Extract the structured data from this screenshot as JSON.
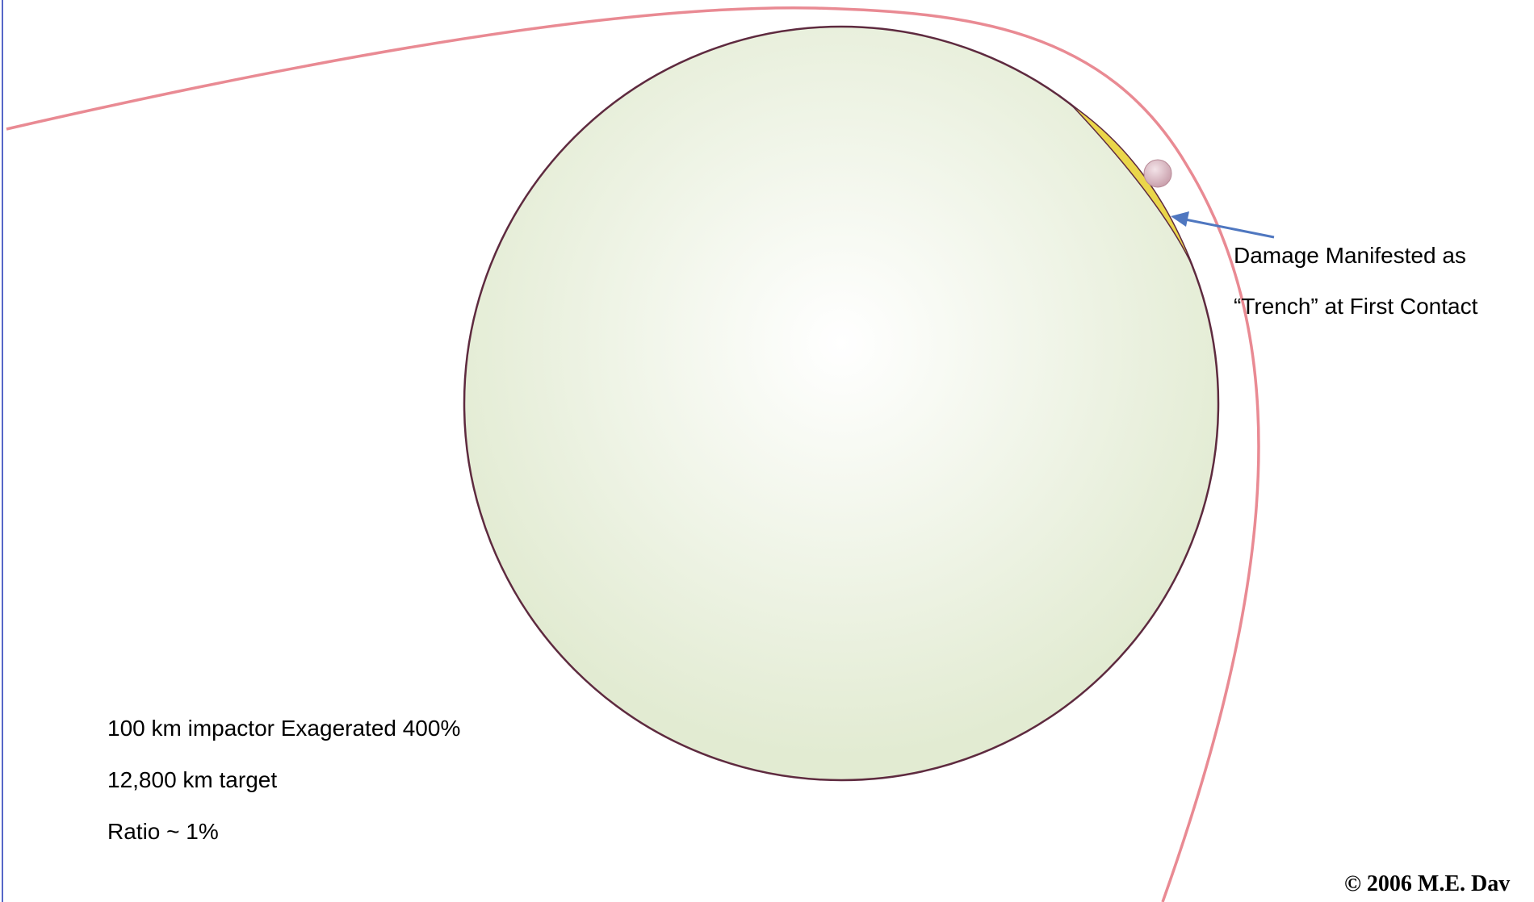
{
  "colors": {
    "orbit_path": "#e98a93",
    "target_outline": "#5e2a3f",
    "target_fill_center": "#ffffff",
    "target_fill_edge": "#e2ebd2",
    "trench_fill": "#ead64a",
    "impactor_fill": "#caa1ad",
    "arrow": "#4f77c0",
    "left_border": "#5566c8"
  },
  "callout": {
    "line1": "Damage Manifested as",
    "line2": "“Trench” at First Contact"
  },
  "notes": {
    "line1": "100 km impactor Exagerated 400%",
    "line2": "12,800 km target",
    "line3": "Ratio ~ 1%"
  },
  "copyright": "© 2006 M.E. Dav"
}
